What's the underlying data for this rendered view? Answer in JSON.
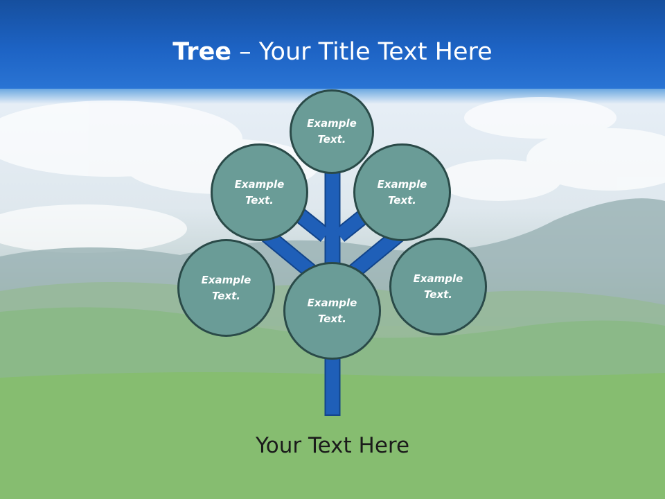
{
  "title": {
    "bold": "Tree",
    "rest": " – Your Title Text Here"
  },
  "nodes": [
    {
      "label": "Example\nText."
    },
    {
      "label": "Example\nText."
    },
    {
      "label": "Example\nText."
    },
    {
      "label": "Example\nText."
    },
    {
      "label": "Example\nText."
    },
    {
      "label": "Example\nText."
    }
  ],
  "footer": "Your Text Here",
  "colors": {
    "title_band": "#1d63c4",
    "branch": "#1f5fb8",
    "node_fill": "#6a9c97",
    "node_border": "#2a4a48"
  }
}
